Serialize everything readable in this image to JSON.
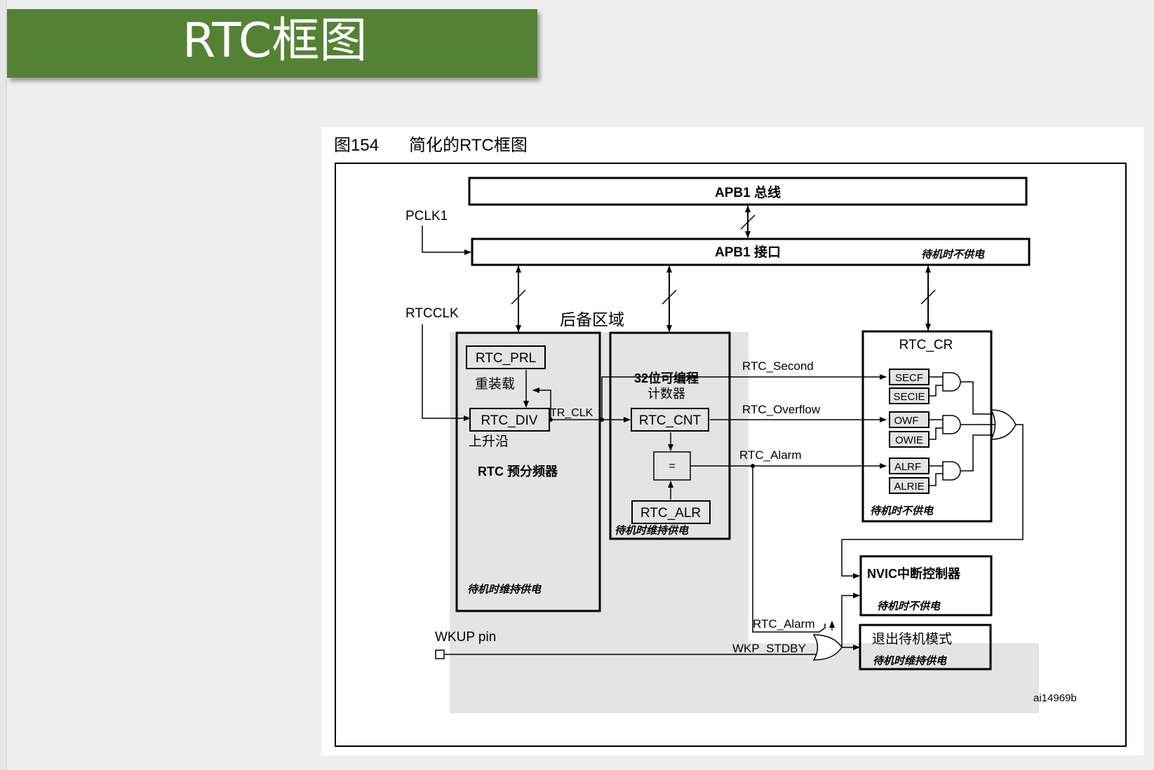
{
  "slide": {
    "title": "RTC框图"
  },
  "figure": {
    "number": "图154",
    "caption": "简化的RTC框图",
    "id_label": "ai14969b"
  },
  "labels": {
    "apb1_bus": "APB1 总线",
    "apb1_interface": "APB1 接口",
    "no_power_standby": "待机时不供电",
    "keep_power_standby": "待机时维持供电",
    "pclk1": "PCLK1",
    "rtcclk": "RTCCLK",
    "backup_domain": "后备区域",
    "rtc_prl": "RTC_PRL",
    "reload": "重装载",
    "rtc_div": "RTC_DIV",
    "rising_edge": "上升沿",
    "prescaler": "RTC 预分频器",
    "tr_clk": "TR_CLK",
    "counter_line1": "32位可编程",
    "counter_line2": "计数器",
    "rtc_cnt": "RTC_CNT",
    "comparator": "=",
    "rtc_alr": "RTC_ALR",
    "rtc_cr": "RTC_CR",
    "rtc_second": "RTC_Second",
    "rtc_overflow": "RTC_Overflow",
    "rtc_alarm": "RTC_Alarm",
    "secf": "SECF",
    "secie": "SECIE",
    "owf": "OWF",
    "owie": "OWIE",
    "alrf": "ALRF",
    "alrie": "ALRIE",
    "nvic": "NVIC中断控制器",
    "exit_standby": "退出待机模式",
    "wkup_pin": "WKUP pin",
    "wkp_stdby": "WKP_STDBY",
    "rtc_alarm2": "RTC_Alarm"
  }
}
